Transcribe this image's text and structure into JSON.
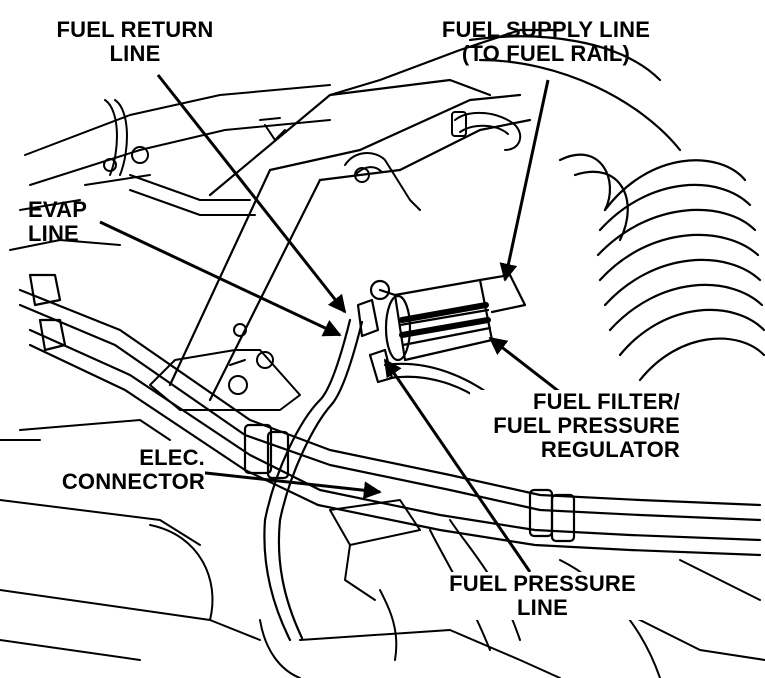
{
  "labels": {
    "fuel_return_line": [
      "FUEL RETURN",
      "LINE"
    ],
    "fuel_supply_line": [
      "FUEL SUPPLY LINE",
      "(TO FUEL RAIL)"
    ],
    "evap_line": [
      "EVAP",
      "LINE"
    ],
    "fuel_filter_regulator": [
      "FUEL FILTER/",
      "FUEL PRESSURE",
      "REGULATOR"
    ],
    "elec_connector": [
      "ELEC.",
      "CONNECTOR"
    ],
    "fuel_pressure_line": [
      "FUEL PRESSURE",
      "LINE"
    ]
  },
  "colors": {
    "ink": "#000000",
    "paper": "#ffffff"
  }
}
